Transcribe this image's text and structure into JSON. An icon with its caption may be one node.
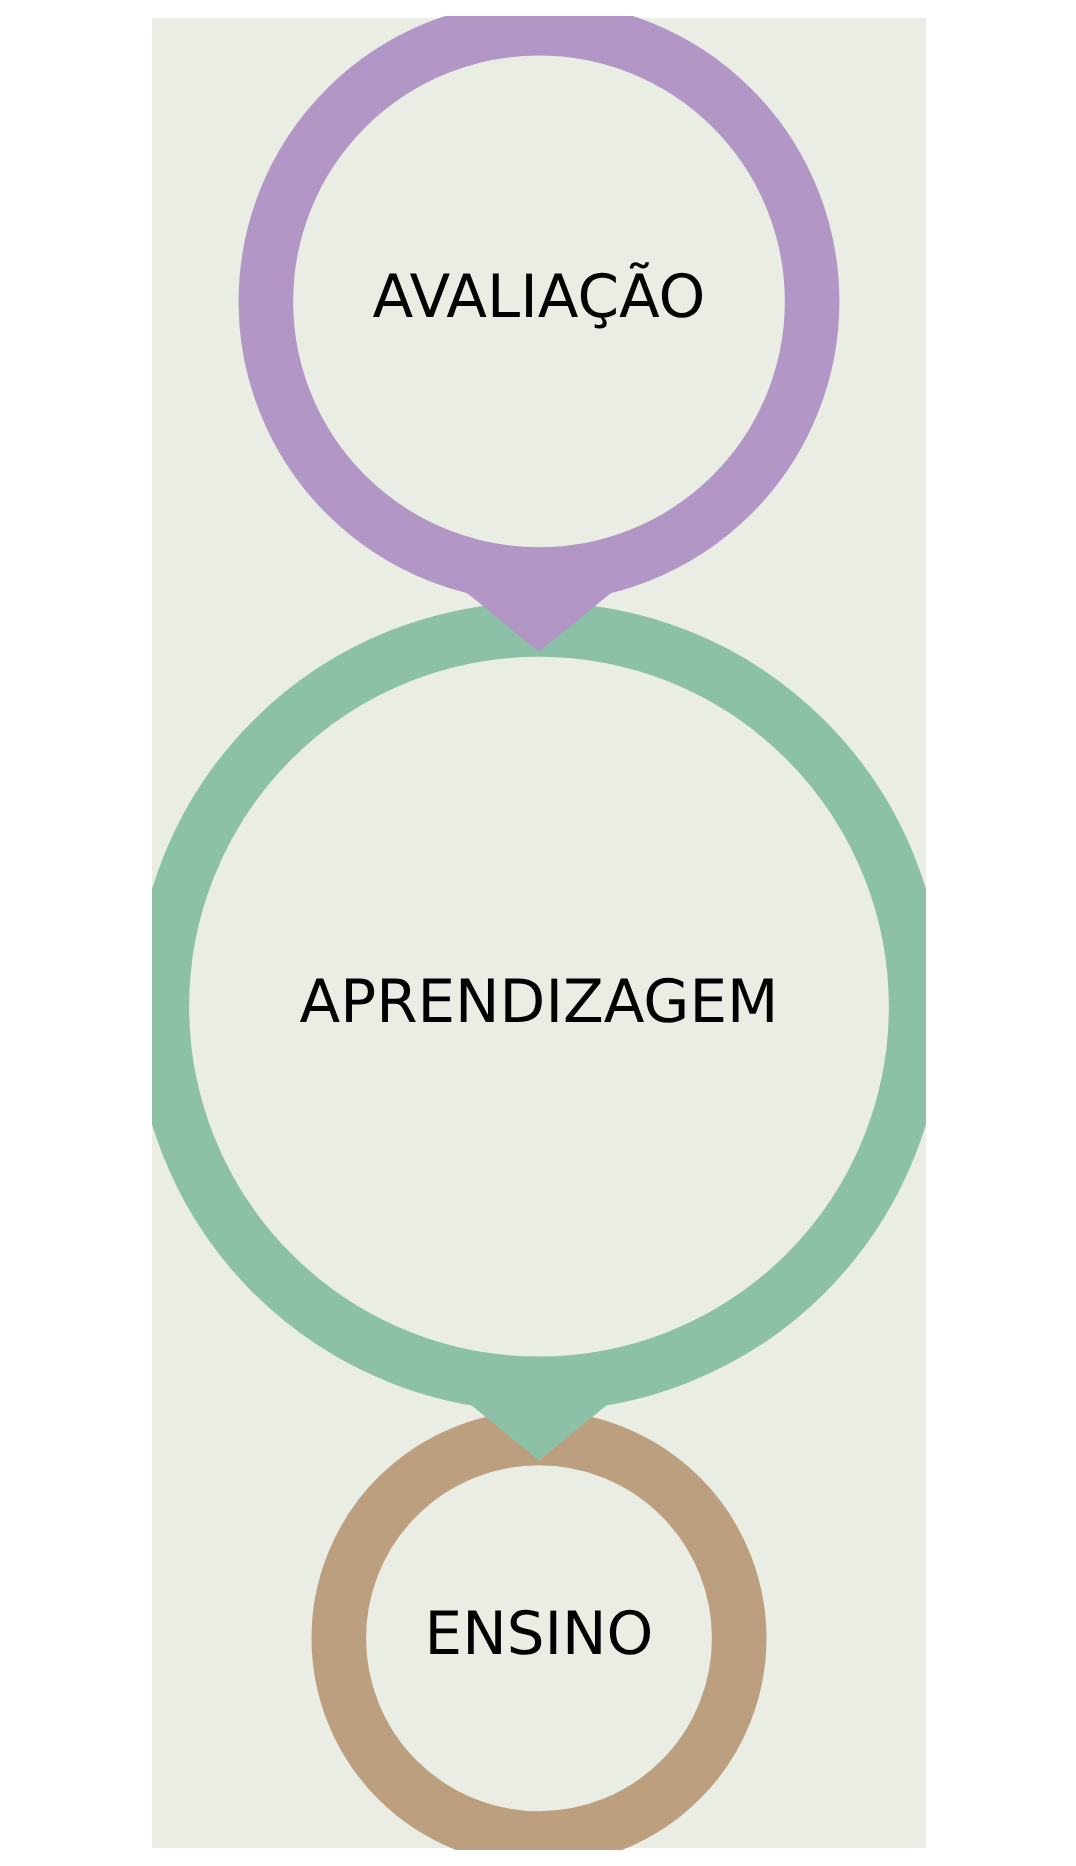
{
  "diagram": {
    "nodes": [
      {
        "text": [
          "AVALIAÇÃO"
        ]
      },
      {
        "text": [
          "APRENDIZAGEM"
        ]
      },
      {
        "text": [
          "ENSINO"
        ]
      }
    ],
    "edges": [
      {
        "from": 0,
        "to": 1,
        "arrow": "to",
        "style": "thick",
        "color": "#b196c6"
      },
      {
        "from": 1,
        "to": 2,
        "arrow": "to",
        "style": "thick",
        "color": "#8cc1a8"
      }
    ]
  }
}
